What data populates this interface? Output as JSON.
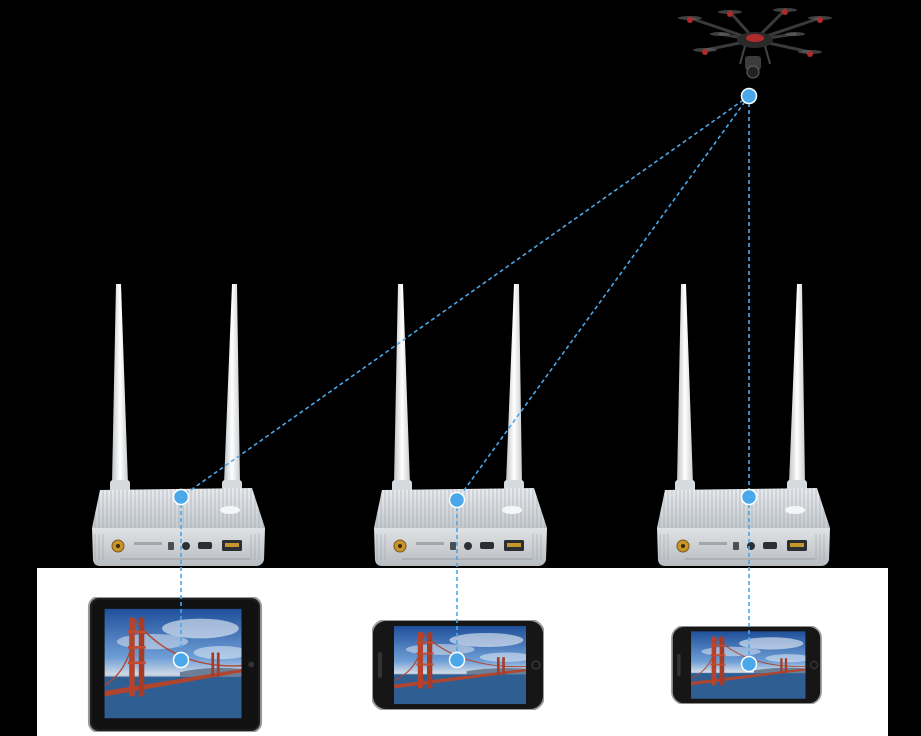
{
  "diagram": {
    "background_color": "#000000",
    "floor_color": "#ffffff",
    "link_color": "#4aa8ea",
    "link_style": "dashed",
    "source": {
      "icon": "drone-icon",
      "count": 1
    },
    "receivers": [
      {
        "id": "receiver-1",
        "icon": "wireless-receiver-icon",
        "display": {
          "icon": "tablet-icon"
        }
      },
      {
        "id": "receiver-2",
        "icon": "wireless-receiver-icon",
        "display": {
          "icon": "smartphone-icon"
        }
      },
      {
        "id": "receiver-3",
        "icon": "wireless-receiver-icon",
        "display": {
          "icon": "smartphone-icon"
        }
      }
    ],
    "display_image": "bridge-landscape"
  }
}
